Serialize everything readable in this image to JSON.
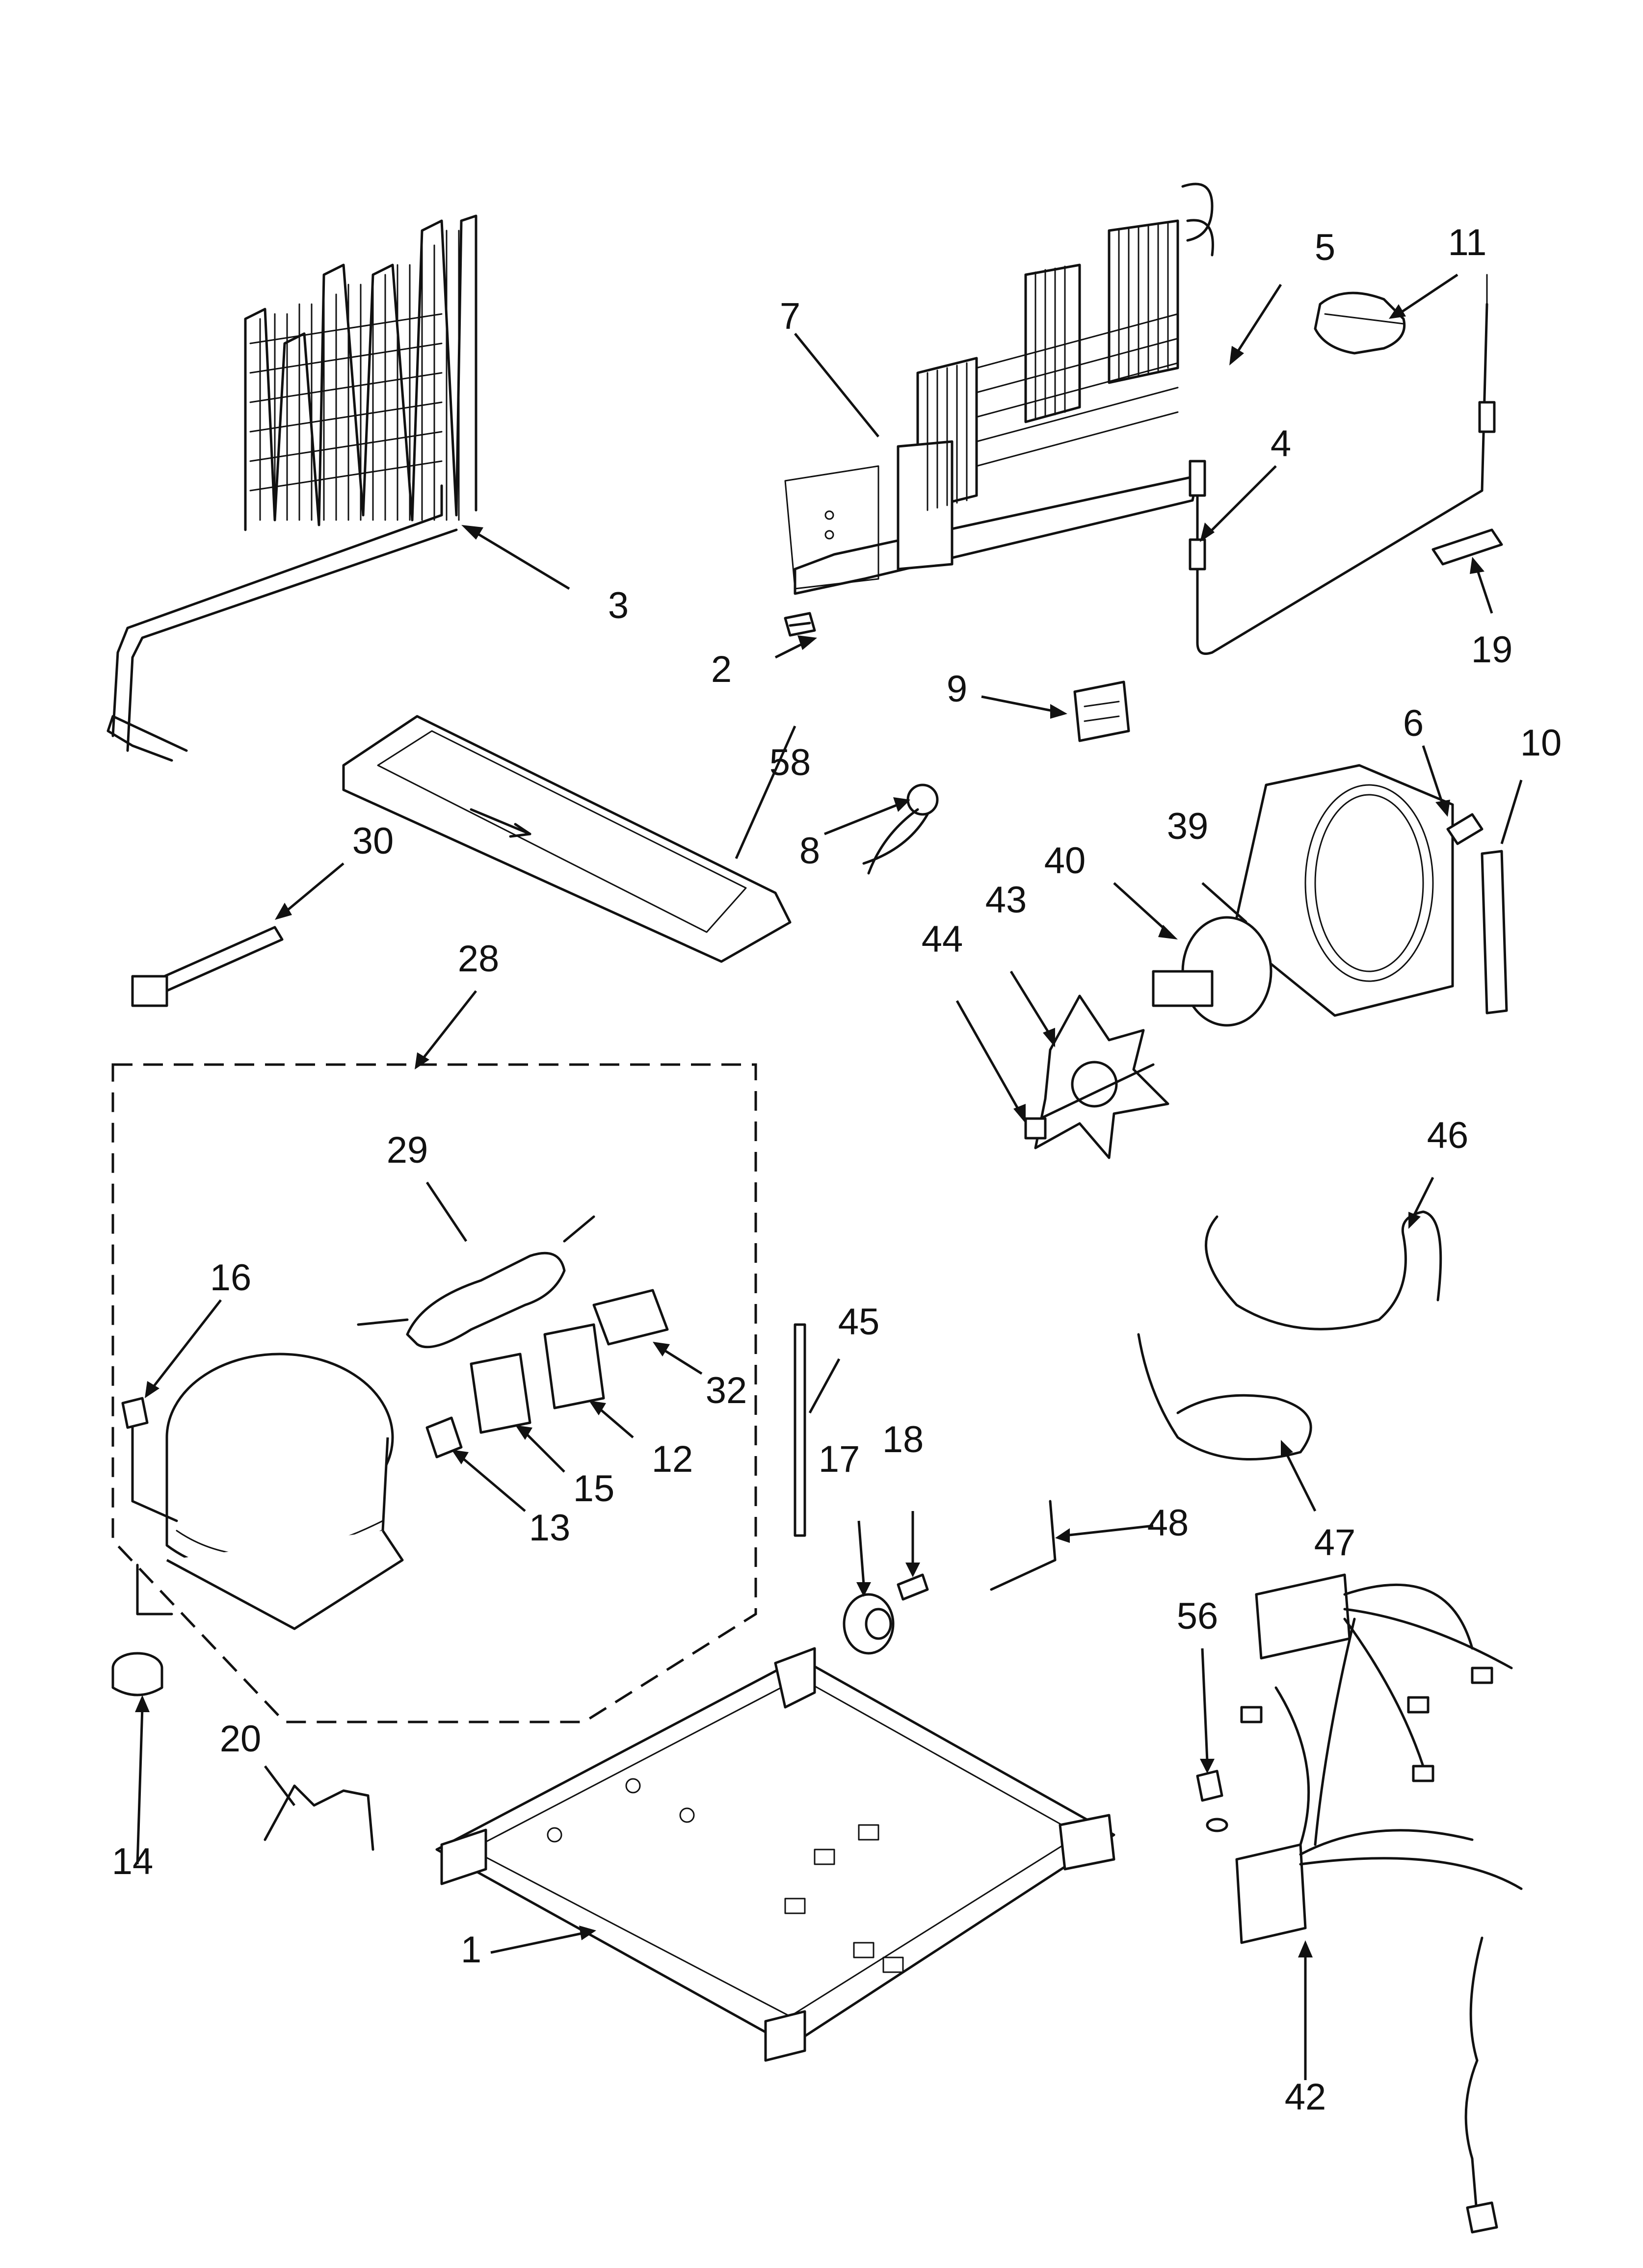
{
  "diagram": {
    "callouts": [
      {
        "id": "1",
        "label": "1"
      },
      {
        "id": "2",
        "label": "2"
      },
      {
        "id": "3",
        "label": "3"
      },
      {
        "id": "4",
        "label": "4"
      },
      {
        "id": "5",
        "label": "5"
      },
      {
        "id": "6",
        "label": "6"
      },
      {
        "id": "7",
        "label": "7"
      },
      {
        "id": "8",
        "label": "8"
      },
      {
        "id": "9",
        "label": "9"
      },
      {
        "id": "10",
        "label": "10"
      },
      {
        "id": "11",
        "label": "11"
      },
      {
        "id": "12",
        "label": "12"
      },
      {
        "id": "13",
        "label": "13"
      },
      {
        "id": "14",
        "label": "14"
      },
      {
        "id": "15",
        "label": "15"
      },
      {
        "id": "16",
        "label": "16"
      },
      {
        "id": "17",
        "label": "17"
      },
      {
        "id": "18",
        "label": "18"
      },
      {
        "id": "19",
        "label": "19"
      },
      {
        "id": "20",
        "label": "20"
      },
      {
        "id": "28",
        "label": "28"
      },
      {
        "id": "29",
        "label": "29"
      },
      {
        "id": "30",
        "label": "30"
      },
      {
        "id": "32",
        "label": "32"
      },
      {
        "id": "39",
        "label": "39"
      },
      {
        "id": "40",
        "label": "40"
      },
      {
        "id": "42",
        "label": "42"
      },
      {
        "id": "43",
        "label": "43"
      },
      {
        "id": "44",
        "label": "44"
      },
      {
        "id": "45",
        "label": "45"
      },
      {
        "id": "46",
        "label": "46"
      },
      {
        "id": "47",
        "label": "47"
      },
      {
        "id": "48",
        "label": "48"
      },
      {
        "id": "56",
        "label": "56"
      },
      {
        "id": "58",
        "label": "58"
      }
    ]
  }
}
